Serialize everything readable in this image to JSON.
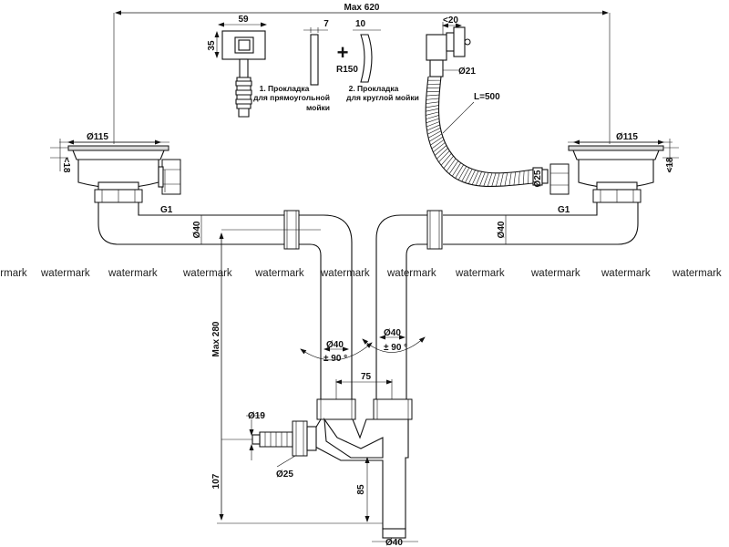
{
  "dimensions": {
    "max_width": "Max 620",
    "gasket_width": "59",
    "gasket_height": "35",
    "gasket_thickness": "7",
    "round_gasket_width": "10",
    "radius": "R150",
    "overflow_offset": "<20",
    "overflow_diameter": "Ø21",
    "hose_length": "L=500",
    "bowl_diameter_left": "Ø115",
    "bowl_diameter_right": "Ø115",
    "strainer_depth_left": "<18",
    "strainer_depth_right": "<18",
    "thread_left": "G1",
    "thread_right": "G1",
    "pipe_diameter_left": "Ø40",
    "pipe_diameter_right": "Ø40",
    "hose_connector": "Ø25",
    "max_height": "Max 280",
    "vertical_diameter_left": "Ø40",
    "vertical_diameter_right": "Ø40",
    "rotation_left": "± 90 °",
    "rotation_right": "± 90 °",
    "outlet_spacing": "75",
    "side_inlet_small": "Ø19",
    "side_inlet_large": "Ø25",
    "side_inlet_height": "107",
    "outlet_height": "85",
    "outlet_diameter": "Ø40"
  },
  "notes": {
    "plus": "+",
    "gasket_rect": [
      "1. Прокладка",
      "для прямоугольной",
      "мойки"
    ],
    "gasket_round": [
      "2. Прокладка",
      "для круглой мойки"
    ]
  },
  "watermarks": [
    "watermark",
    "watermark",
    "watermark",
    "watermark",
    "watermark",
    "watermark",
    "watermark",
    "watermark",
    "watermark",
    "watermark"
  ]
}
